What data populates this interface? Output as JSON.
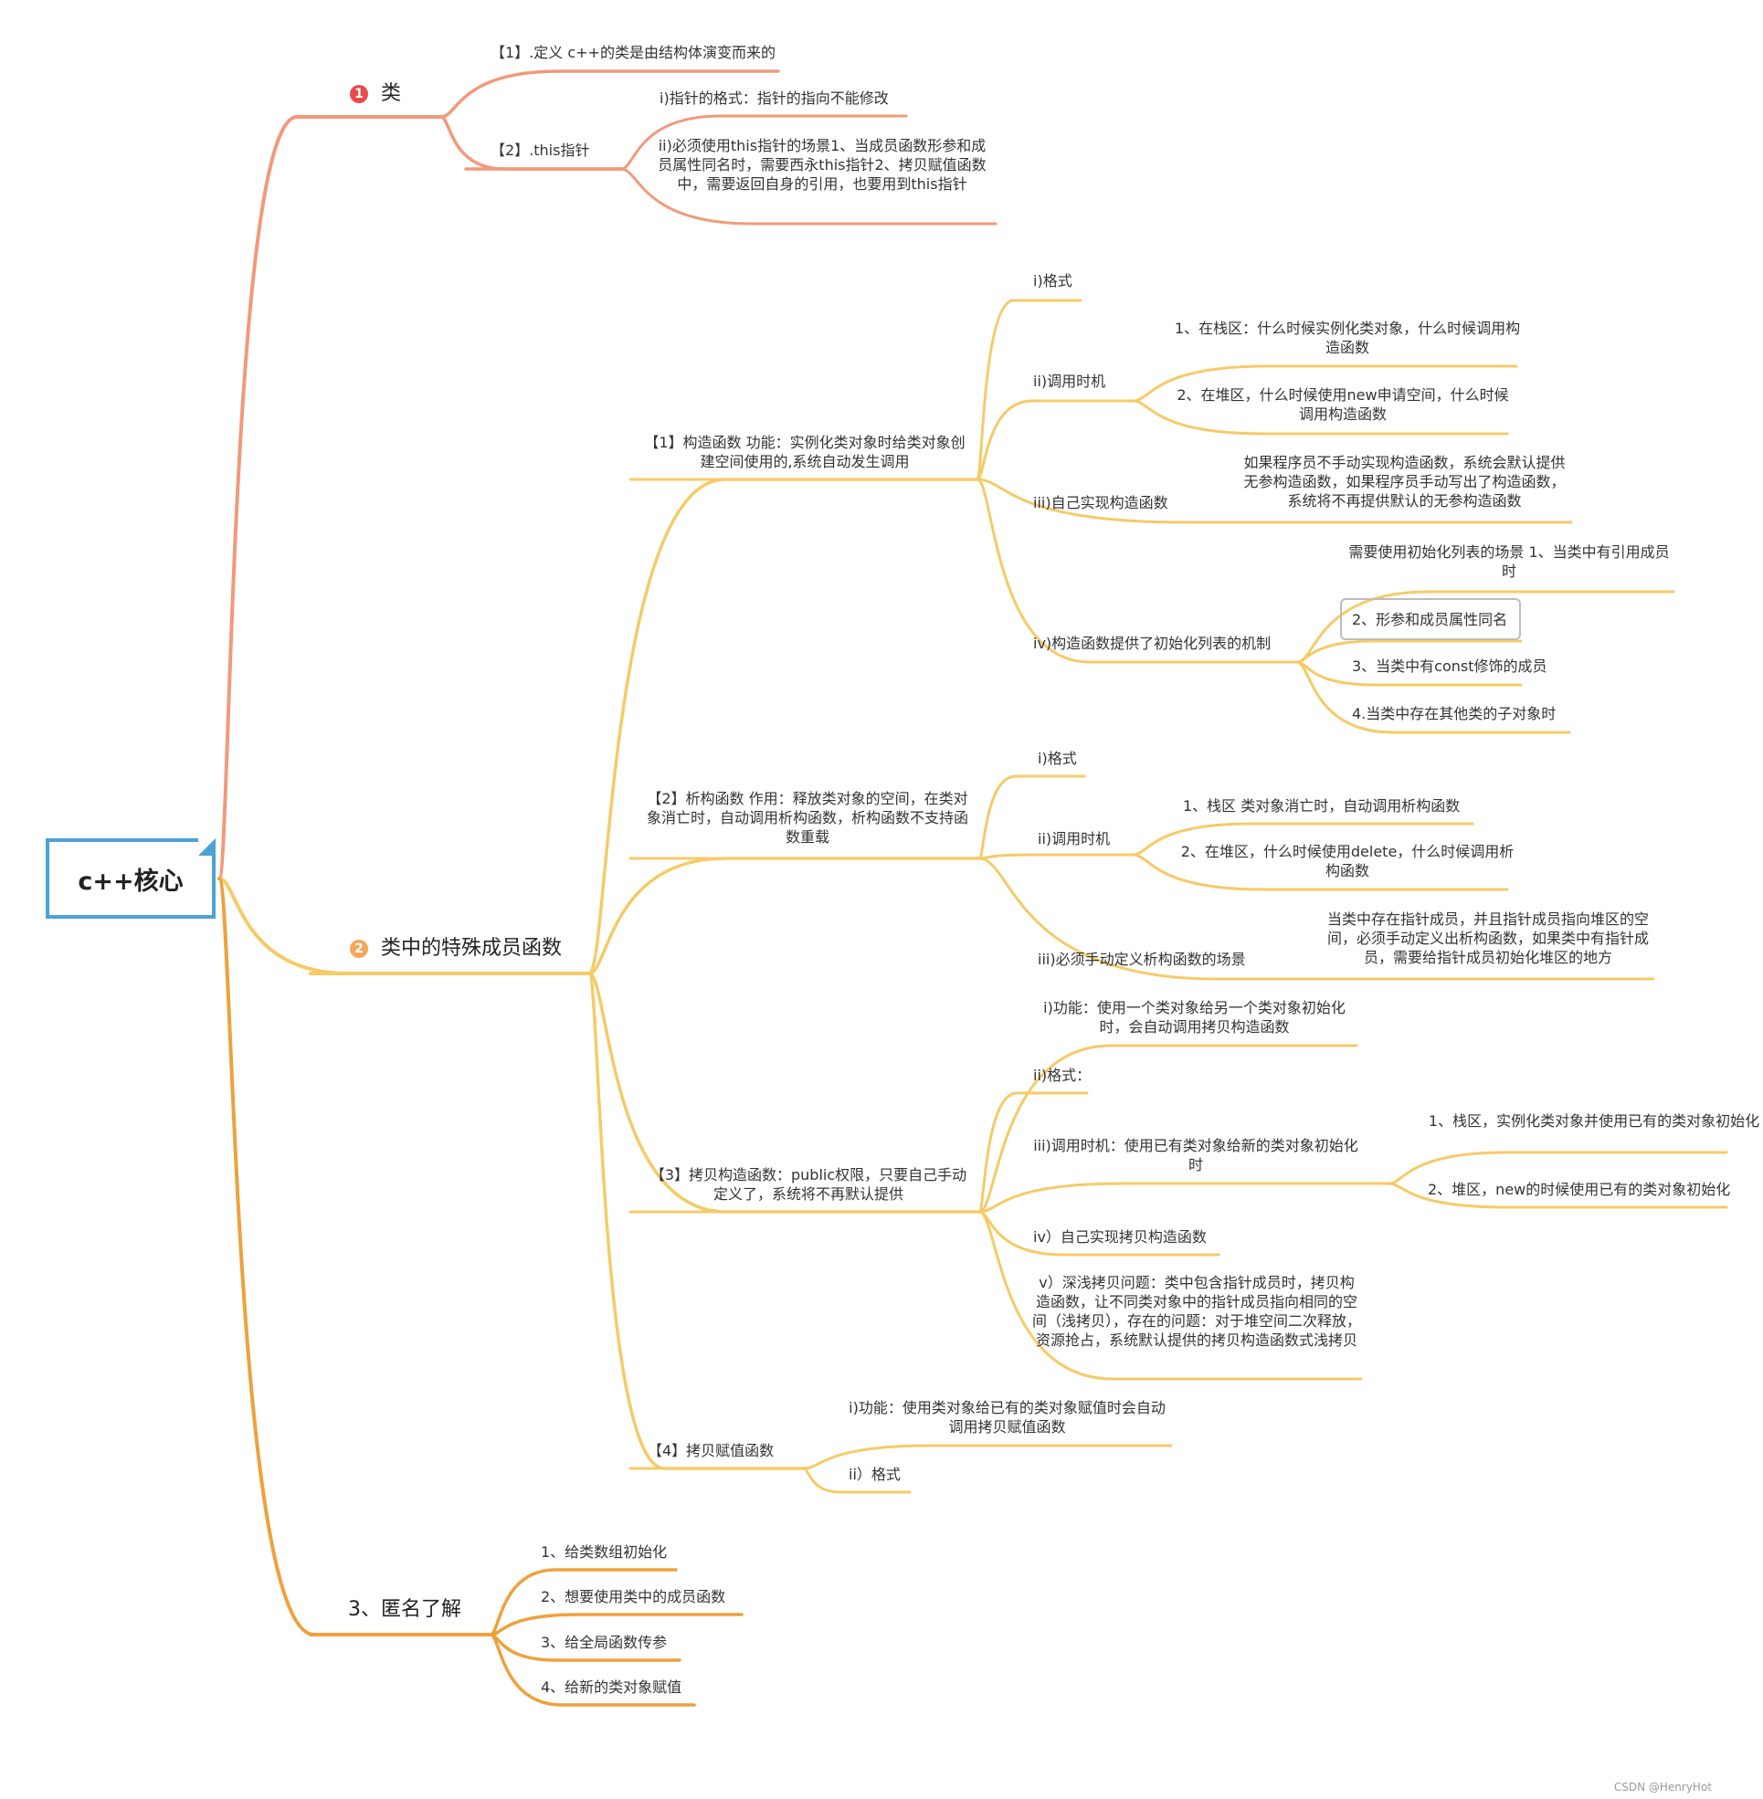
{
  "root": "c++核心",
  "branches": {
    "b1": {
      "label": "类",
      "badge": "1",
      "color": "#f2997a",
      "badge_color": "#e94b4b",
      "children": {
        "def": "【1】.定义 c++的类是由结构体演变而来的",
        "this": "【2】.this指针",
        "this_fmt": "i)指针的格式：指针的指向不能修改",
        "this_use": "ii)必须使用this指针的场景1、当成员函数形参和成员属性同名时，需要西永this指针2、拷贝赋值函数中，需要返回自身的引用，也要用到this指针"
      }
    },
    "b2": {
      "label": "类中的特殊成员函数",
      "badge": "2",
      "color": "#f5cb68",
      "badge_color": "#f5a65b",
      "ctor": {
        "label": "【1】构造函数 功能：实例化类对象时给类对象创建空间使用的,系统自动发生调用",
        "fmt": "i)格式",
        "call": "ii)调用时机",
        "call_stack": "1、在栈区：什么时候实例化类对象，什么时候调用构造函数",
        "call_heap": "2、在堆区，什么时候使用new申请空间，什么时候调用构造函数",
        "impl": "iii)自己实现构造函数",
        "impl_desc": "如果程序员不手动实现构造函数，系统会默认提供无参构造函数，如果程序员手动写出了构造函数，系统将不再提供默认的无参构造函数",
        "init": "iv)构造函数提供了初始化列表的机制",
        "init_1": "需要使用初始化列表的场景 1、当类中有引用成员时",
        "init_2": "2、形参和成员属性同名",
        "init_3": "3、当类中有const修饰的成员",
        "init_4": "4.当类中存在其他类的子对象时"
      },
      "dtor": {
        "label": "【2】析构函数 作用：释放类对象的空间，在类对象消亡时，自动调用析构函数，析构函数不支持函数重载",
        "fmt": "i)格式",
        "call": "ii)调用时机",
        "call_stack": "1、栈区 类对象消亡时，自动调用析构函数",
        "call_heap": "2、在堆区，什么时候使用delete，什么时候调用析构函数",
        "must": "iii)必须手动定义析构函数的场景",
        "must_desc": "当类中存在指针成员，并且指针成员指向堆区的空间，必须手动定义出析构函数，如果类中有指针成员，需要给指针成员初始化堆区的地方"
      },
      "copy": {
        "label": "【3】拷贝构造函数：public权限，只要自己手动定义了，系统将不再默认提供",
        "func": "i)功能：使用一个类对象给另一个类对象初始化时，会自动调用拷贝构造函数",
        "fmt": "ii)格式：",
        "call": "iii)调用时机：使用已有类对象给新的类对象初始化时",
        "call_stack": "1、栈区，实例化类对象并使用已有的类对象初始化",
        "call_heap": "2、堆区，new的时候使用已有的类对象初始化",
        "impl": "iv）自己实现拷贝构造函数",
        "deep": "v）深浅拷贝问题：类中包含指针成员时，拷贝构造函数，让不同类对象中的指针成员指向相同的空间（浅拷贝），存在的问题：对于堆空间二次释放，资源抢占，系统默认提供的拷贝构造函数式浅拷贝"
      },
      "assign": {
        "label": "【4】拷贝赋值函数",
        "func": "i)功能：使用类对象给已有的类对象赋值时会自动调用拷贝赋值函数",
        "fmt": "ii）格式"
      }
    },
    "b3": {
      "label": "3、匿名了解",
      "color": "#eea13c",
      "items": [
        "1、给类数组初始化",
        "2、想要使用类中的成员函数",
        "3、给全局函数传参",
        "4、给新的类对象赋值"
      ]
    }
  },
  "root_border_color": "#4aa3d4",
  "highlight_border_color": "#bdbdbd",
  "watermark": "CSDN @HenryHot"
}
